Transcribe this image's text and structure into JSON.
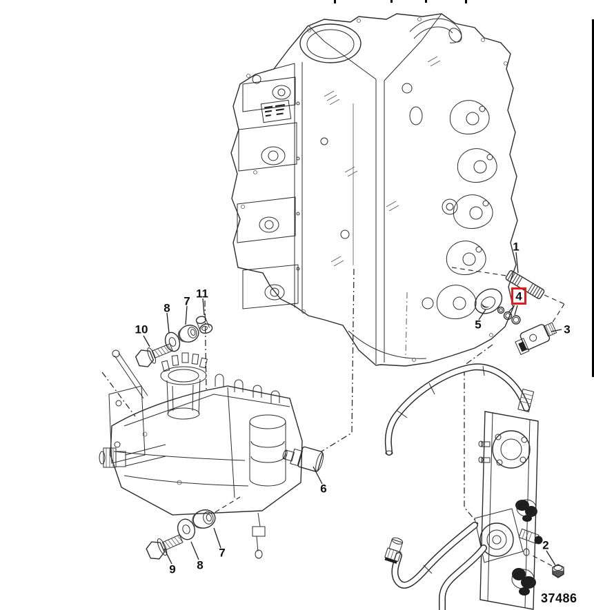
{
  "diagram": {
    "type": "exploded-parts-diagram",
    "subject": "outboard engine block with vapor separator tank and fuel rail",
    "drawing_number": "37486",
    "line_color": "#2b2b2b",
    "background_color": "#ffffff",
    "highlight": {
      "label": "4",
      "box_color": "#e8191c"
    },
    "callouts": [
      {
        "label": "1"
      },
      {
        "label": "2"
      },
      {
        "label": "3"
      },
      {
        "label": "4"
      },
      {
        "label": "5"
      },
      {
        "label": "6"
      },
      {
        "label": "7"
      },
      {
        "label": "8"
      },
      {
        "label": "9"
      },
      {
        "label": "10"
      },
      {
        "label": "11"
      },
      {
        "label": "7"
      },
      {
        "label": "8"
      }
    ]
  }
}
